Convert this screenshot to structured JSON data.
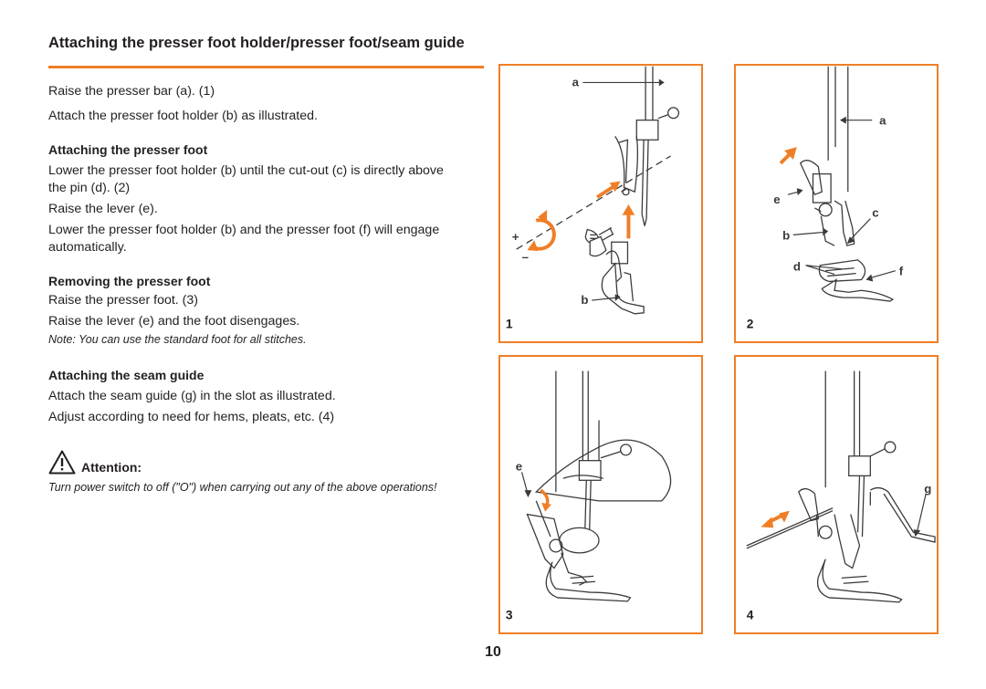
{
  "title": "Attaching the presser foot holder/presser foot/seam guide",
  "intro": [
    "Raise the presser bar (a). (1)",
    "Attach the presser foot holder (b) as illustrated."
  ],
  "sections": {
    "attach_foot": {
      "heading": "Attaching the presser foot",
      "lines": [
        "Lower the presser foot holder (b) until the cut-out (c) is directly above the pin (d). (2)",
        "Raise the lever (e).",
        "Lower the presser foot holder (b) and the presser foot (f) will engage automatically."
      ]
    },
    "remove_foot": {
      "heading": "Removing the presser foot",
      "lines": [
        "Raise the presser foot. (3)",
        "Raise the lever (e) and the foot disengages."
      ],
      "note": "Note: You can use the standard foot for all stitches."
    },
    "seam_guide": {
      "heading": "Attaching the seam guide",
      "lines": [
        "Attach the seam guide (g) in the slot as illustrated.",
        "Adjust according to need for hems, pleats, etc. (4)"
      ]
    }
  },
  "attention": {
    "label": "Attention:",
    "text": "Turn power switch to off (\"O\") when carrying out any of the above operations!"
  },
  "figures": {
    "fig1": {
      "number": "1",
      "labels": {
        "a": "a",
        "b": "b",
        "plus": "+",
        "minus": "–"
      }
    },
    "fig2": {
      "number": "2",
      "labels": {
        "a": "a",
        "b": "b",
        "c": "c",
        "d": "d",
        "e": "e",
        "f": "f"
      }
    },
    "fig3": {
      "number": "3",
      "labels": {
        "e": "e"
      }
    },
    "fig4": {
      "number": "4",
      "labels": {
        "g": "g"
      }
    }
  },
  "page_number": "10",
  "colors": {
    "accent": "#f07e26",
    "text": "#231f20",
    "line_art": "#3a3a3a"
  }
}
